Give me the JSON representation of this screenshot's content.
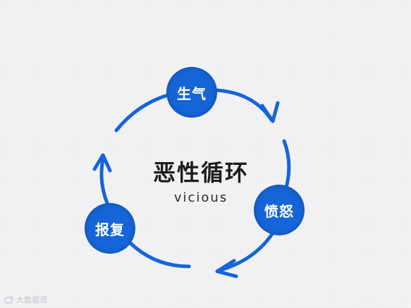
{
  "diagram": {
    "title": "恶性循环",
    "subtitle": "vicious",
    "nodes": {
      "top": "生气",
      "right": "愤怒",
      "left": "报复"
    }
  },
  "watermark": {
    "text": "大数据观"
  },
  "colors": {
    "accent": "#1565d8",
    "text": "#1d1d1f",
    "background": "#f4f4f6"
  }
}
